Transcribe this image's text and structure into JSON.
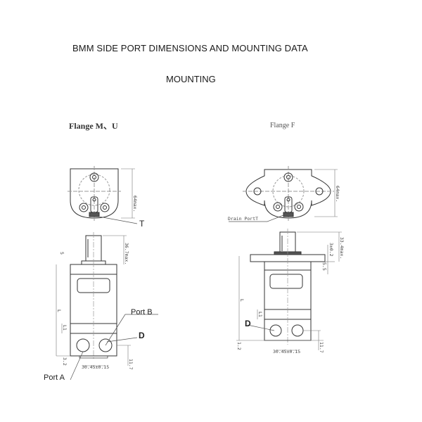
{
  "document": {
    "title": "BMM SIDE PORT DIMENSIONS AND MOUNTING DATA",
    "subtitle": "MOUNTING"
  },
  "drawings": [
    {
      "label": "Flange  M、U",
      "callouts": {
        "drain_port": "T",
        "port_a": "Port A",
        "port_b": "Port B",
        "d": "D"
      },
      "dimensions": {
        "height_max": "64max.",
        "shaft_max": "36.7max.",
        "flange_thk": "5",
        "l": "L",
        "l1": "L1",
        "bottom_left": "3.2",
        "port_spacing": "30.45±0.15",
        "port_height": "11.7"
      }
    },
    {
      "label": "Flange  F",
      "callouts": {
        "drain_port": "Drain PortT",
        "d": "D"
      },
      "dimensions": {
        "height_max": "64max.",
        "shaft_max": "33.4max.",
        "flange_thk": "3±0.2",
        "pilot": "5.5",
        "l": "L",
        "l1": "L1",
        "bottom_left": "1.2",
        "port_spacing": "30.45±0.15",
        "port_height": "11.7"
      }
    }
  ]
}
